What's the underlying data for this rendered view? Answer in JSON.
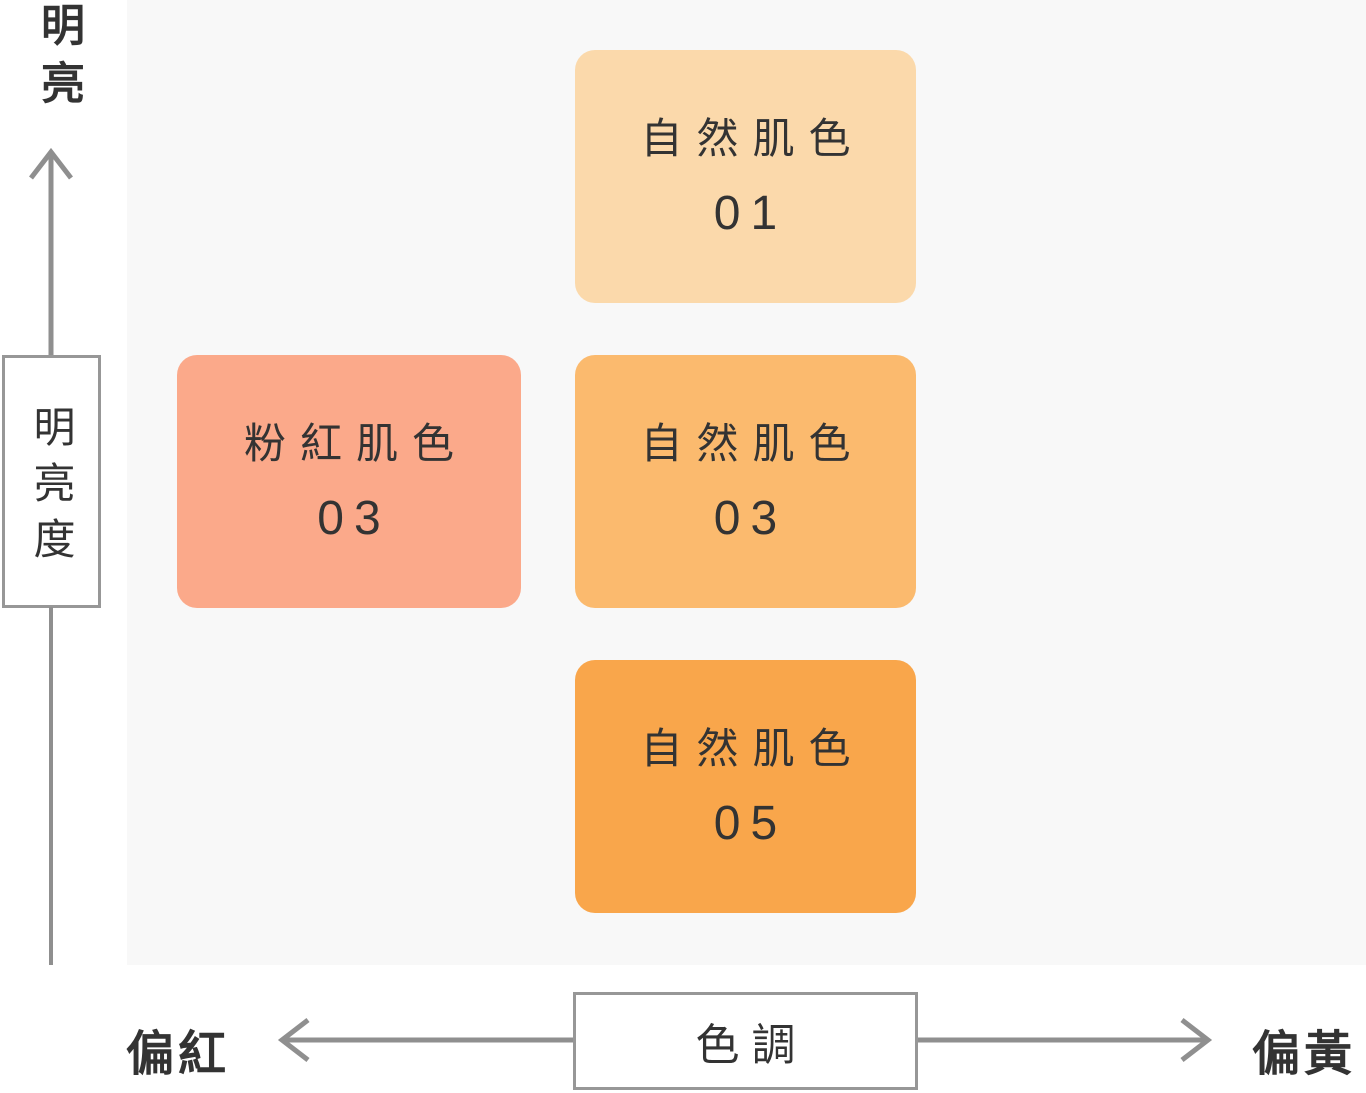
{
  "axes": {
    "brightness": {
      "label": "明亮度",
      "top_label": "明亮"
    },
    "hue": {
      "label": "色調",
      "left_label": "偏紅",
      "right_label": "偏黃"
    }
  },
  "swatches": [
    {
      "name": "自然肌色",
      "number": "01",
      "color": "#fbd9ab"
    },
    {
      "name": "粉紅肌色",
      "number": "03",
      "color": "#fba98a"
    },
    {
      "name": "自然肌色",
      "number": "03",
      "color": "#fbba6e"
    },
    {
      "name": "自然肌色",
      "number": "05",
      "color": "#f9a64b"
    }
  ],
  "colors": {
    "plot_background": "#f8f8f8",
    "page_background": "#ffffff",
    "axis_gray": "#8f8f8f",
    "box_border_gray": "#979797",
    "text_dark": "#333333"
  },
  "chart_data": {
    "type": "scatter",
    "title": "",
    "xlabel": "色調",
    "ylabel": "明亮度",
    "x_axis": {
      "label": "色調",
      "min_end_label": "偏紅",
      "max_end_label": "偏黃",
      "range": [
        0,
        1
      ]
    },
    "y_axis": {
      "label": "明亮度",
      "max_end_label": "明亮",
      "range": [
        0,
        1
      ]
    },
    "grid": false,
    "legend": false,
    "points": [
      {
        "label": "自然肌色 01",
        "x": 0.5,
        "y": 0.82,
        "color": "#fbd9ab"
      },
      {
        "label": "粉紅肌色 03",
        "x": 0.18,
        "y": 0.5,
        "color": "#fba98a"
      },
      {
        "label": "自然肌色 03",
        "x": 0.5,
        "y": 0.5,
        "color": "#fbba6e"
      },
      {
        "label": "自然肌色 05",
        "x": 0.5,
        "y": 0.19,
        "color": "#f9a64b"
      }
    ]
  }
}
